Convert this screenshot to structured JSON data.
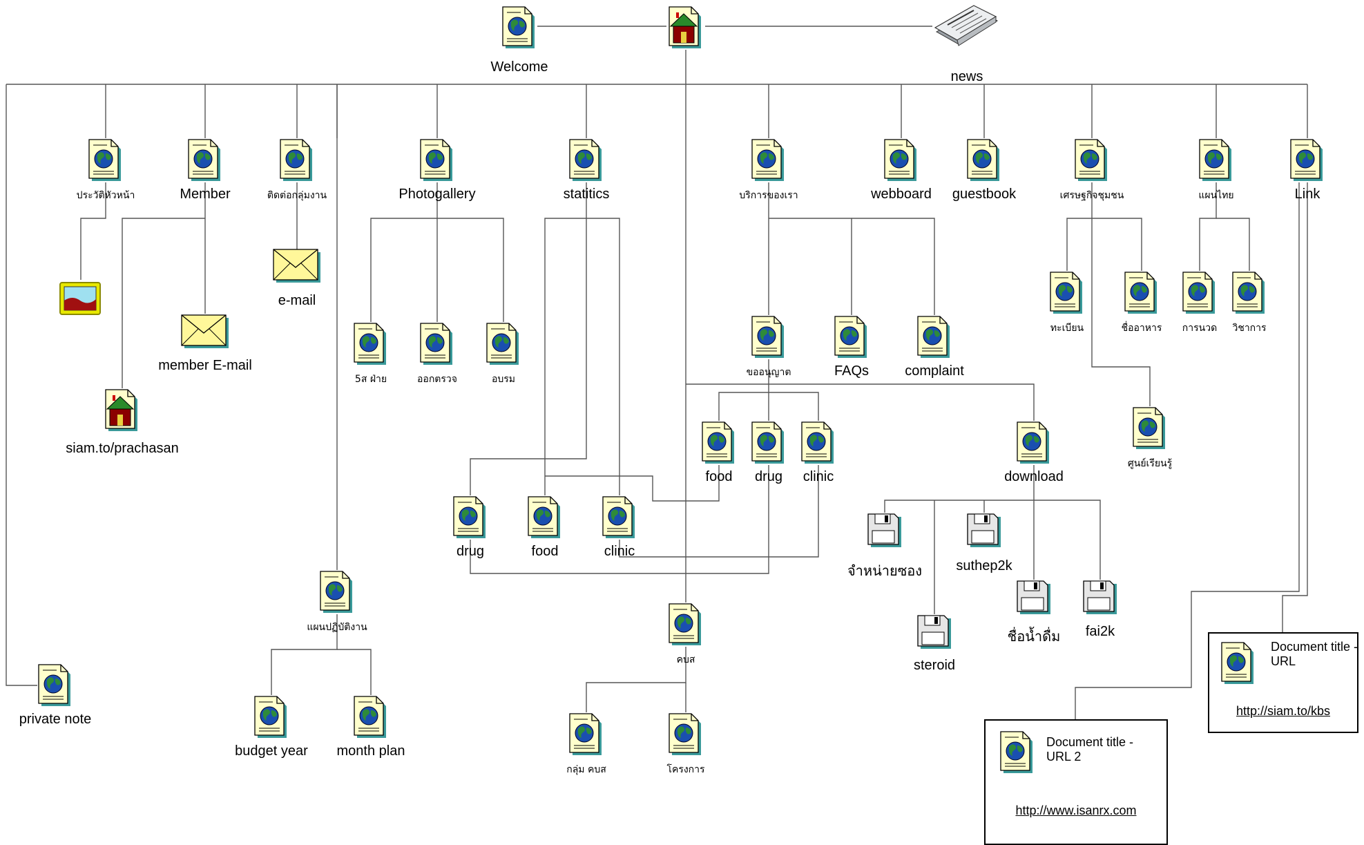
{
  "nodes": {
    "home": {
      "label": "",
      "icon": "home-page-icon"
    },
    "welcome": {
      "label": "Welcome",
      "icon": "web-page-icon"
    },
    "news": {
      "label": "news",
      "icon": "newspaper-icon"
    },
    "history": {
      "label": "ประวัติหัวหน้า",
      "icon": "web-page-icon"
    },
    "picture": {
      "label": "",
      "icon": "picture-icon"
    },
    "member": {
      "label": "Member",
      "icon": "web-page-icon"
    },
    "member_email": {
      "label": "member E-mail",
      "icon": "envelope-icon"
    },
    "siam": {
      "label": "siam.to/prachasan",
      "icon": "home-page-icon"
    },
    "contact": {
      "label": "ติดต่อกลุ่มงาน",
      "icon": "web-page-icon"
    },
    "email": {
      "label": "e-mail",
      "icon": "envelope-icon"
    },
    "plan": {
      "label": "แผนปฏิบัติงาน",
      "icon": "web-page-icon"
    },
    "budget_year": {
      "label": "budget year",
      "icon": "web-page-icon"
    },
    "month_plan": {
      "label": "month plan",
      "icon": "web-page-icon"
    },
    "private_note": {
      "label": "private note",
      "icon": "web-page-icon"
    },
    "photogallery": {
      "label": "Photogallery",
      "icon": "web-page-icon"
    },
    "five_s": {
      "label": "5ส ฝ่าย",
      "icon": "web-page-icon"
    },
    "inspect": {
      "label": "ออกตรวจ",
      "icon": "web-page-icon"
    },
    "training": {
      "label": "อบรม",
      "icon": "web-page-icon"
    },
    "statistics": {
      "label": "statitics",
      "icon": "web-page-icon"
    },
    "stat_drug": {
      "label": "drug",
      "icon": "web-page-icon"
    },
    "stat_food": {
      "label": "food",
      "icon": "web-page-icon"
    },
    "stat_clinic": {
      "label": "clinic",
      "icon": "web-page-icon"
    },
    "kbs": {
      "label": "คบส",
      "icon": "web-page-icon"
    },
    "kbs_group": {
      "label": "กลุ่ม คบส",
      "icon": "web-page-icon"
    },
    "project": {
      "label": "โครงการ",
      "icon": "web-page-icon"
    },
    "services": {
      "label": "บริการของเรา",
      "icon": "web-page-icon"
    },
    "license": {
      "label": "ขออนุญาต",
      "icon": "web-page-icon"
    },
    "lic_food": {
      "label": "food",
      "icon": "web-page-icon"
    },
    "lic_drug": {
      "label": "drug",
      "icon": "web-page-icon"
    },
    "lic_clinic": {
      "label": "clinic",
      "icon": "web-page-icon"
    },
    "faqs": {
      "label": "FAQs",
      "icon": "web-page-icon"
    },
    "complaint": {
      "label": "complaint",
      "icon": "web-page-icon"
    },
    "download": {
      "label": "download",
      "icon": "web-page-icon"
    },
    "dl_sell": {
      "label": "จำหน่ายซอง",
      "icon": "floppy-disk-icon"
    },
    "dl_suthep": {
      "label": "suthep2k",
      "icon": "floppy-disk-icon"
    },
    "dl_steroid": {
      "label": "steroid",
      "icon": "floppy-disk-icon"
    },
    "dl_water": {
      "label": "ชื่อน้ำดื่ม",
      "icon": "floppy-disk-icon"
    },
    "dl_fai": {
      "label": "fai2k",
      "icon": "floppy-disk-icon"
    },
    "webboard": {
      "label": "webboard",
      "icon": "web-page-icon"
    },
    "guestbook": {
      "label": "guestbook",
      "icon": "web-page-icon"
    },
    "economy": {
      "label": "เศรษฐกิจชุมชน",
      "icon": "web-page-icon"
    },
    "register": {
      "label": "ทะเบียน",
      "icon": "web-page-icon"
    },
    "food_name": {
      "label": "ชื่ออาหาร",
      "icon": "web-page-icon"
    },
    "learning": {
      "label": "ศูนย์เรียนรู้",
      "icon": "web-page-icon"
    },
    "thai_med": {
      "label": "แผนไทย",
      "icon": "web-page-icon"
    },
    "massage": {
      "label": "การนวด",
      "icon": "web-page-icon"
    },
    "academic": {
      "label": "วิชาการ",
      "icon": "web-page-icon"
    },
    "link": {
      "label": "Link",
      "icon": "web-page-icon"
    }
  },
  "cards": {
    "kbs_link": {
      "title": "Document title - URL",
      "url": "http://siam.to/kbs",
      "icon": "web-page-icon"
    },
    "isanrx_link": {
      "title": "Document title - URL 2",
      "url": "http://www.isanrx.com",
      "icon": "web-page-icon"
    }
  },
  "colors": {
    "line": "#555555",
    "page": "#ffffcc",
    "globe": "#1a4fb0",
    "land": "#2e8b3a",
    "shadow": "#3a9a9a"
  }
}
